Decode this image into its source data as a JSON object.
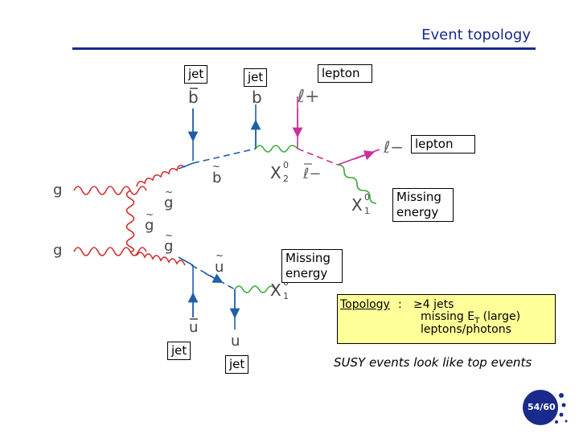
{
  "header": {
    "title": "Event topology"
  },
  "labels": {
    "jet_top_left": "jet",
    "jet_top_mid": "jet",
    "lepton_top": "lepton",
    "lepton_right": "lepton",
    "missing_right": "Missing energy",
    "missing_mid": "Missing energy",
    "jet_bottom_left": "jet",
    "jet_bottom_mid": "jet"
  },
  "diagram": {
    "particles": {
      "bbar": "b",
      "b": "b",
      "lplus": "ℓ+",
      "lminus": "ℓ−",
      "g_top": "g",
      "g_bottom": "g",
      "sbottom": "b",
      "chi2": "X",
      "chi2_sup": "0",
      "chi2_sub": "2",
      "lminus_mid": "ℓ−",
      "chi1_right": "X",
      "chi1_right_sup": "0",
      "chi1_right_sub": "1",
      "gluino_top": "g",
      "gluino_mid": "g",
      "gluino_bottom": "g",
      "squark_u": "u",
      "chi1_bottom": "X",
      "chi1_bottom_sup": "0",
      "chi1_bottom_sub": "1",
      "ubar": "u",
      "u": "u"
    },
    "colors": {
      "quark": "#1f5fa8",
      "gluon": "#d03030",
      "lepton": "#c8309a",
      "neutralino": "#3aa83a"
    }
  },
  "topology": {
    "label": "Topology",
    "colon": ":",
    "line1": "≥4 jets",
    "line2_prefix": "missing E",
    "line2_sub": "T",
    "line2_suffix": " (large)",
    "line3": "leptons/photons"
  },
  "note": "SUSY events look like top events",
  "page": {
    "number": "54/60"
  }
}
